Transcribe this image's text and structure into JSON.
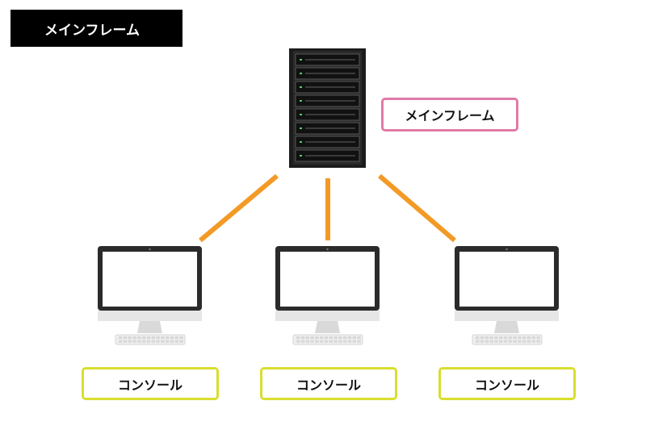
{
  "title": "メインフレーム",
  "mainframe": {
    "label": "メインフレーム",
    "slot_count": 8
  },
  "consoles": [
    {
      "label": "コンソール"
    },
    {
      "label": "コンソール"
    },
    {
      "label": "コンソール"
    }
  ],
  "colors": {
    "connection": "#f39a26",
    "mainframe_border": "#e07aa6",
    "console_border": "#d8de2e",
    "title_bg": "#000000"
  }
}
